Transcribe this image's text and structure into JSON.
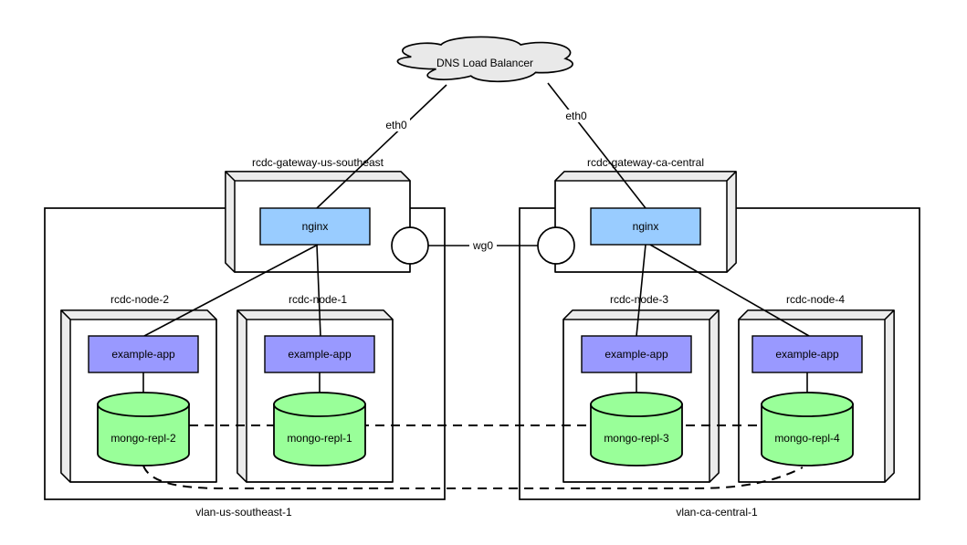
{
  "diagram": {
    "cloud_label": "DNS Load Balancer",
    "tunnel": {
      "label": "wg0"
    },
    "gateways": [
      {
        "label": "rcdc-gateway-us-southeast",
        "service": "nginx",
        "interface": "eth0"
      },
      {
        "label": "rcdc-gateway-ca-central",
        "service": "nginx",
        "interface": "eth0"
      }
    ],
    "vlans": [
      {
        "label": "vlan-us-southeast-1"
      },
      {
        "label": "vlan-ca-central-1"
      }
    ],
    "nodes": [
      {
        "label": "rcdc-node-2",
        "app": "example-app",
        "db": "mongo-repl-2"
      },
      {
        "label": "rcdc-node-1",
        "app": "example-app",
        "db": "mongo-repl-1"
      },
      {
        "label": "rcdc-node-3",
        "app": "example-app",
        "db": "mongo-repl-3"
      },
      {
        "label": "rcdc-node-4",
        "app": "example-app",
        "db": "mongo-repl-4"
      }
    ],
    "colors": {
      "nginx_fill": "#99ccff",
      "app_fill": "#9999ff",
      "db_fill": "#99ff99",
      "cloud_fill": "#e9e9e9",
      "cube_side_fill": "#ececec",
      "stroke": "#000000",
      "background": "#ffffff"
    }
  }
}
